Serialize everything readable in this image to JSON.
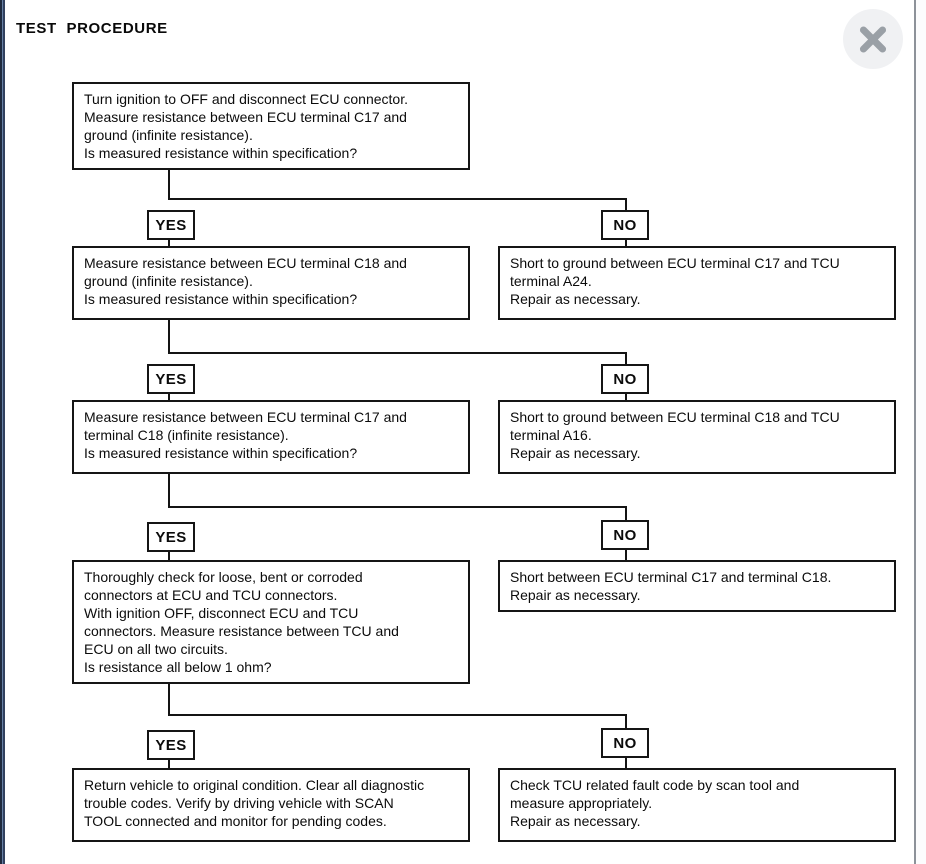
{
  "header": {
    "title": "TEST PROCEDURE"
  },
  "close_button": {
    "label": "Close"
  },
  "flowchart": {
    "yes_label": "YES",
    "no_label": "NO",
    "steps": [
      {
        "question": "Turn ignition to OFF and disconnect ECU connector.\nMeasure resistance between ECU terminal C17 and\nground (infinite resistance).\nIs measured resistance within specification?",
        "no_action": "Short to ground between ECU terminal C17 and TCU\nterminal A24.\nRepair as necessary."
      },
      {
        "question": "Measure resistance between ECU terminal C18 and\nground (infinite resistance).\nIs measured resistance within specification?",
        "no_action": "Short to ground between ECU terminal C18 and TCU\nterminal A16.\nRepair as necessary."
      },
      {
        "question": "Measure resistance between ECU terminal C17 and\nterminal C18 (infinite resistance).\nIs measured resistance within specification?",
        "no_action": "Short between ECU terminal C17 and terminal C18.\nRepair as necessary."
      },
      {
        "question": "Thoroughly check for loose, bent or corroded\nconnectors at ECU and TCU connectors.\nWith ignition OFF, disconnect ECU and TCU\nconnectors. Measure resistance between TCU and\nECU on all two circuits.\nIs resistance all below 1 ohm?",
        "no_action": "Check TCU related fault code by scan tool and\nmeasure appropriately.\nRepair as necessary."
      }
    ],
    "final_action": "Return vehicle to original condition. Clear all diagnostic\ntrouble codes. Verify by driving vehicle with SCAN\nTOOL connected and monitor for pending codes."
  },
  "colors": {
    "line": "#141414",
    "box_border": "#151515",
    "left_border": "#31405e",
    "close_bg": "#f0f1f3",
    "close_icon": "#9aa0a6"
  }
}
